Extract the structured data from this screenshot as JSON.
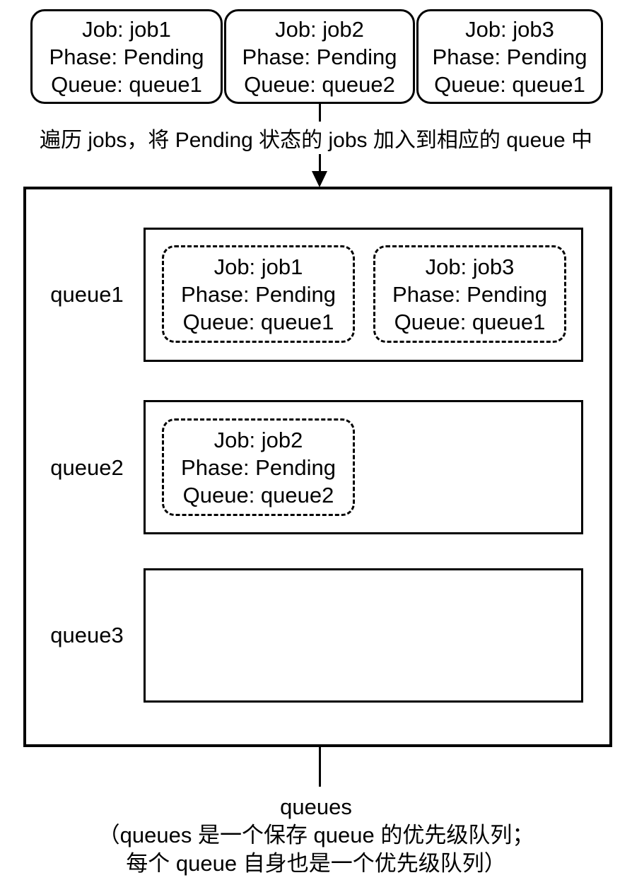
{
  "colors": {
    "ink": "#000000",
    "background": "#ffffff"
  },
  "top_jobs": [
    {
      "job": "Job: job1",
      "phase": "Phase: Pending",
      "queue": "Queue: queue1"
    },
    {
      "job": "Job: job2",
      "phase": "Phase: Pending",
      "queue": "Queue: queue2"
    },
    {
      "job": "Job: job3",
      "phase": "Phase: Pending",
      "queue": "Queue: queue1"
    }
  ],
  "annotation": "遍历 jobs，将 Pending 状态的 jobs 加入到相应的 queue 中",
  "queue_rows": [
    {
      "label": "queue1",
      "jobs": [
        {
          "job": "Job: job1",
          "phase": "Phase: Pending",
          "queue": "Queue: queue1"
        },
        {
          "job": "Job: job3",
          "phase": "Phase: Pending",
          "queue": "Queue: queue1"
        }
      ]
    },
    {
      "label": "queue2",
      "jobs": [
        {
          "job": "Job: job2",
          "phase": "Phase: Pending",
          "queue": "Queue: queue2"
        }
      ]
    },
    {
      "label": "queue3",
      "jobs": []
    }
  ],
  "footer": {
    "title": "queues",
    "note_line1": "（queues 是一个保存 queue 的优先级队列；",
    "note_line2": "每个 queue 自身也是一个优先级队列）"
  }
}
